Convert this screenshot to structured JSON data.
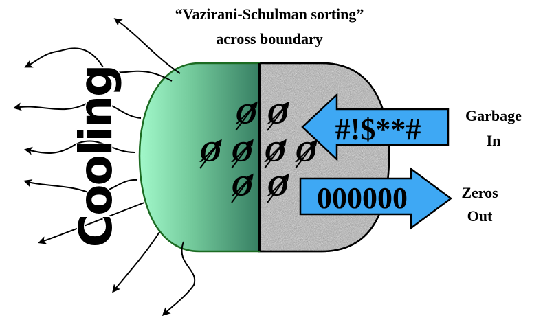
{
  "title": {
    "line1": "“Vazirani-Schulman sorting”",
    "line2": "across boundary"
  },
  "cooling_label": "Cooling",
  "garbage_arrow": {
    "symbol_text": "#!$**#",
    "label_line1": "Garbage",
    "label_line2": "In"
  },
  "zeros_arrow": {
    "symbol_text": "000000",
    "label_line1": "Zeros",
    "label_line2": "Out"
  },
  "spin_glyph": "Ø",
  "colors": {
    "cool_region_light": "#9ff5c8",
    "cool_region_dark": "#3d8a6b",
    "cool_region_border": "#1c6b22",
    "hot_region_fill": "#a9a9a9",
    "arrow_fill": "#3ea8f4",
    "outline": "#000000"
  }
}
